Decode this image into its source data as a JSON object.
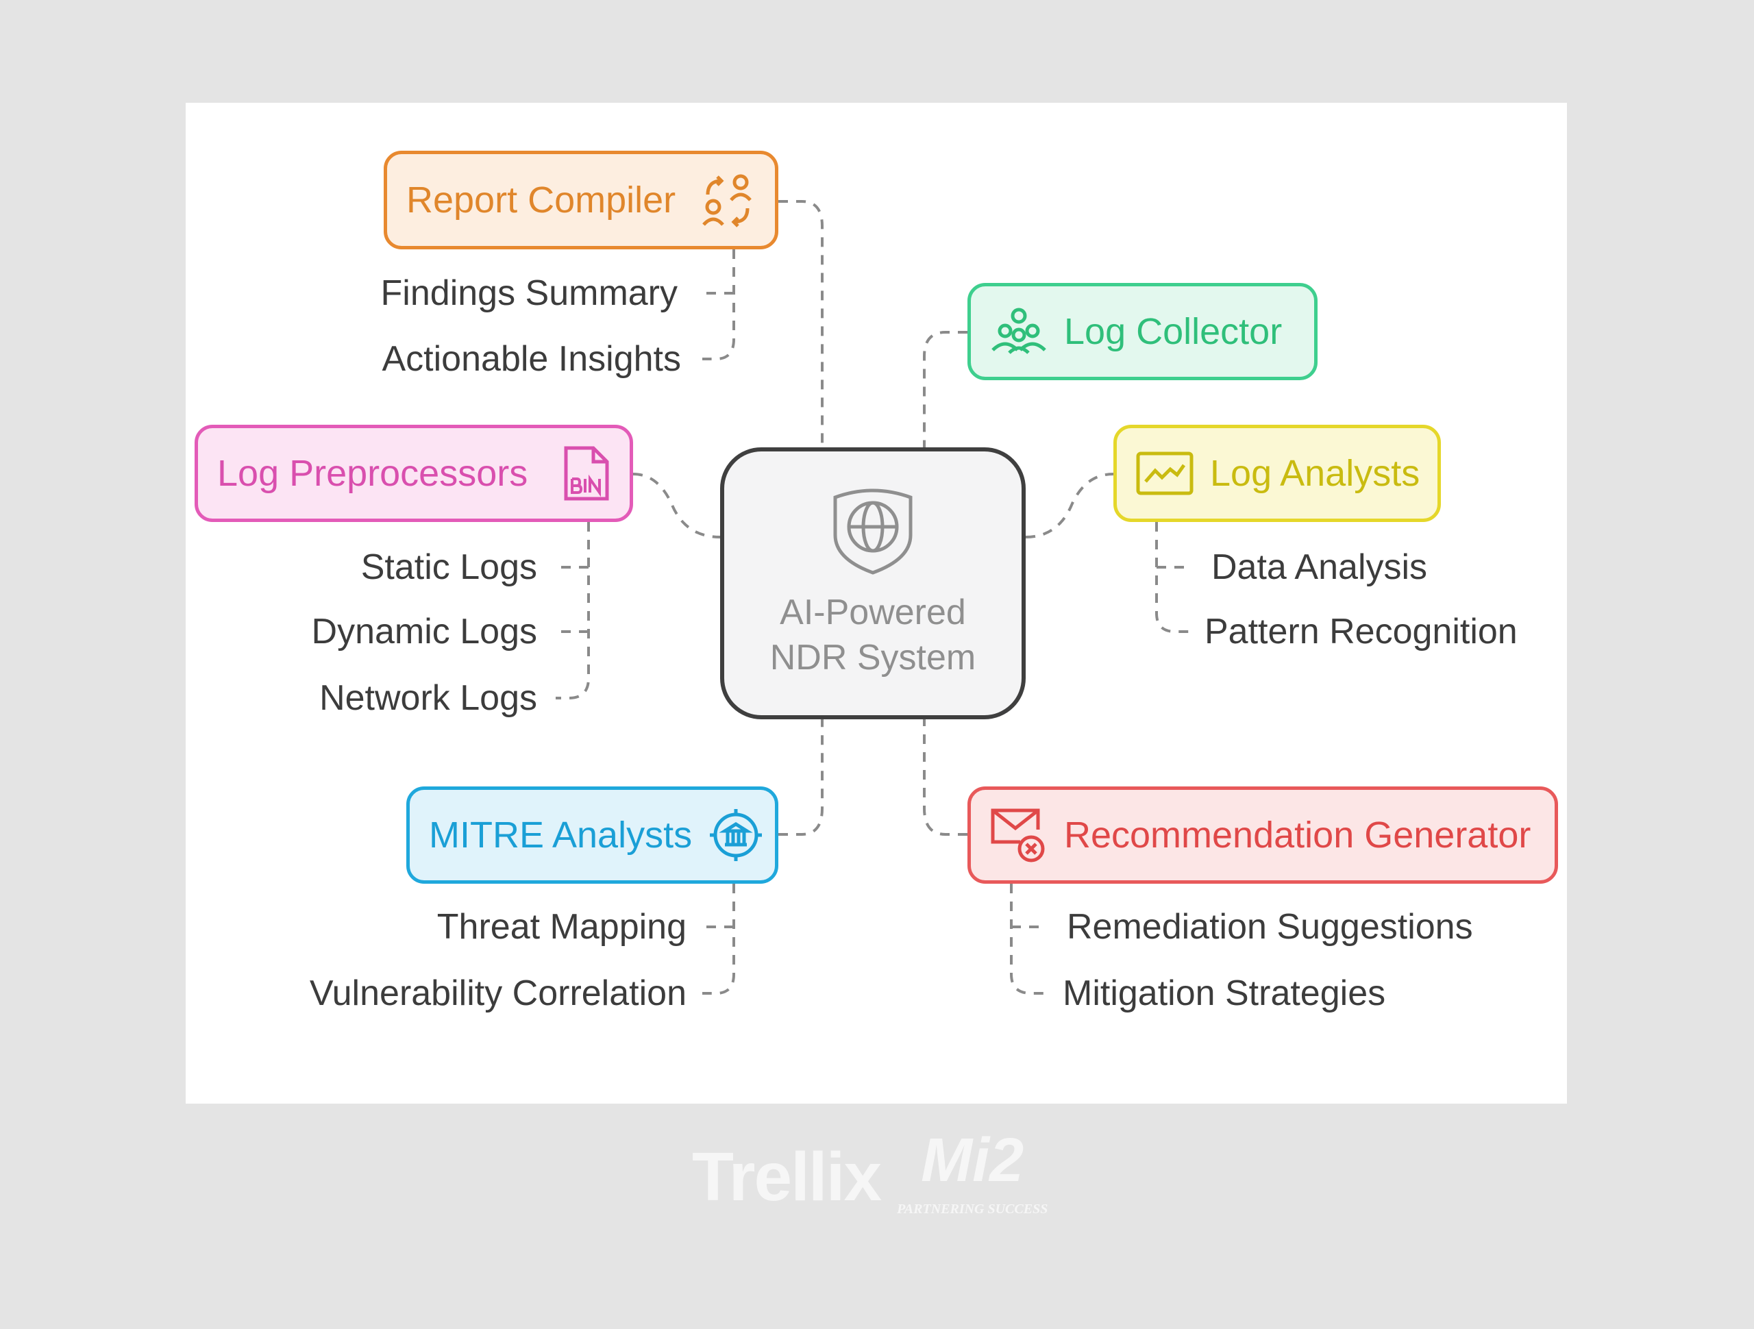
{
  "center": {
    "title": "AI-Powered NDR System",
    "icon": "shield-globe-icon"
  },
  "nodes": {
    "report_compiler": {
      "label": "Report Compiler",
      "icon": "user-exchange-icon",
      "color": "#e58a2e",
      "items": [
        "Findings Summary",
        "Actionable Insights"
      ]
    },
    "log_collector": {
      "label": "Log Collector",
      "icon": "network-people-icon",
      "color": "#33c987",
      "items": []
    },
    "log_preprocessors": {
      "label": "Log Preprocessors",
      "icon": "bin-file-icon",
      "color": "#db4fae",
      "items": [
        "Static Logs",
        "Dynamic Logs",
        "Network Logs"
      ]
    },
    "log_analysts": {
      "label": "Log Analysts",
      "icon": "line-chart-icon",
      "color": "#cbbd12",
      "items": [
        "Data Analysis",
        "Pattern Recognition"
      ]
    },
    "mitre_analysts": {
      "label": "MITRE Analysts",
      "icon": "target-bank-icon",
      "color": "#1fa3d8",
      "items": [
        "Threat Mapping",
        "Vulnerability Correlation"
      ]
    },
    "recommendation_generator": {
      "label": "Recommendation Generator",
      "icon": "mail-x-icon",
      "color": "#e2494b",
      "items": [
        "Remediation Suggestions",
        "Mitigation Strategies"
      ]
    }
  },
  "footer": {
    "logo_left": "Trellix",
    "logo_right": "Mi2",
    "logo_tagline": "PARTNERING SUCCESS"
  }
}
